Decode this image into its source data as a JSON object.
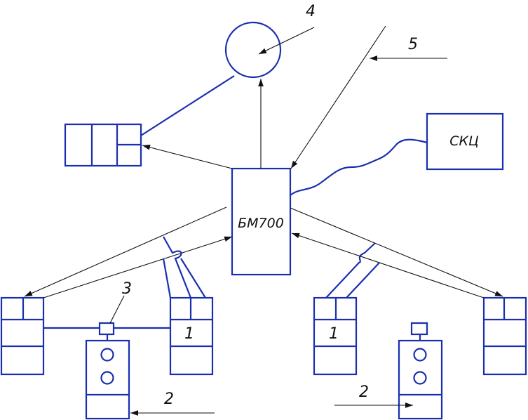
{
  "labels": {
    "main_unit": "БМ700",
    "control_unit": "СКЦ",
    "callout_1_left": "1",
    "callout_1_right": "1",
    "callout_2_left": "2",
    "callout_2_right": "2",
    "callout_3": "3",
    "callout_4": "4",
    "callout_5": "5"
  },
  "colors": {
    "outline": "#1a2fb0",
    "leader": "#111111"
  }
}
